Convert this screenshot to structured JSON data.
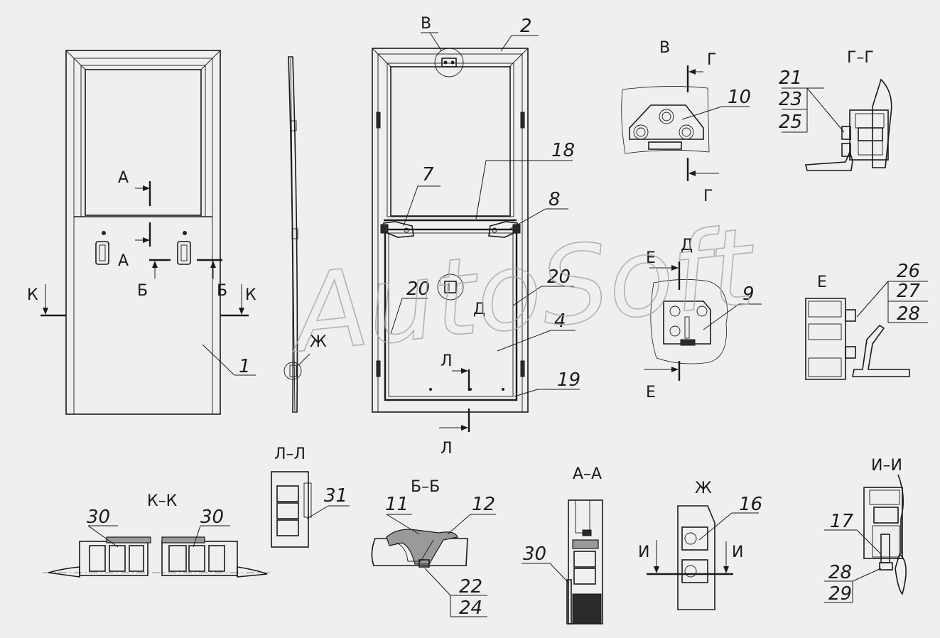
{
  "watermark": "AutoSoft",
  "callouts": {
    "c1": "1",
    "c2": "2",
    "c4": "4",
    "c7": "7",
    "c8": "8",
    "c9": "9",
    "c10": "10",
    "c11": "11",
    "c12": "12",
    "c16": "16",
    "c17": "17",
    "c18": "18",
    "c19": "19",
    "c20a": "20",
    "c20b": "20",
    "c21": "21",
    "c22": "22",
    "c23": "23",
    "c24": "24",
    "c25": "25",
    "c26": "26",
    "c27": "27",
    "c28a": "28",
    "c28b": "28",
    "c29": "29",
    "c30a": "30",
    "c30b": "30",
    "c30c": "30",
    "c31": "31"
  },
  "section_letters": {
    "A": "А",
    "B": "Б",
    "V": "В",
    "G": "Г",
    "D": "Д",
    "E": "Е",
    "Zh": "Ж",
    "K": "К",
    "L": "Л",
    "I": "И"
  },
  "titles": {
    "view_v": "В",
    "view_gg": "Г–Г",
    "view_e": "Е",
    "view_d": "Д",
    "kk": "К–К",
    "ll": "Л–Л",
    "bb": "Б–Б",
    "aa": "А–А",
    "zh": "Ж",
    "ii": "И–И"
  },
  "arrow_markers": {
    "A": "А",
    "B": "Б",
    "G": "Г",
    "E": "Е",
    "I": "И",
    "K": "К",
    "L": "Л"
  }
}
